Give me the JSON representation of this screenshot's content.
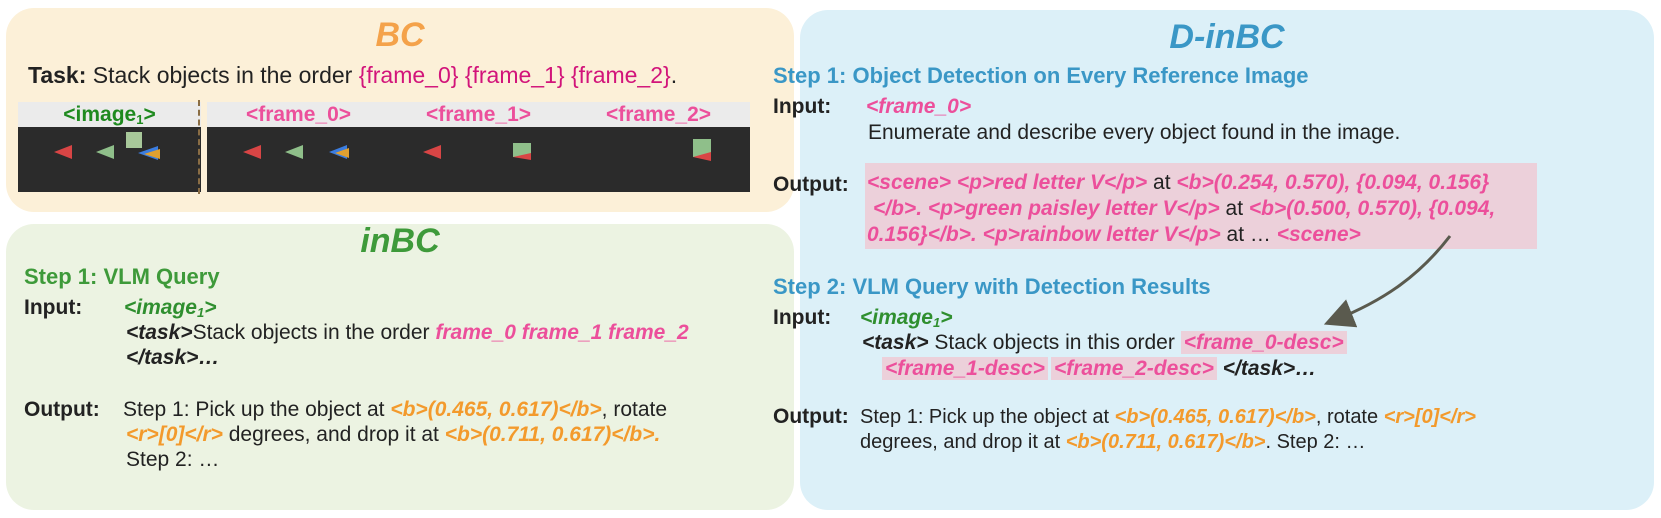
{
  "bc": {
    "title": "BC",
    "task_label": "Task:",
    "task_text": "Stack objects in the order",
    "task_frames": "{frame_0} {frame_1} {frame_2}",
    "task_end": ".",
    "frames": [
      {
        "label": "<image",
        "sub": "1",
        "label_end": ">"
      },
      {
        "label": "<frame_0>"
      },
      {
        "label": "<frame_1>"
      },
      {
        "label": "<frame_2>"
      }
    ]
  },
  "inbc": {
    "title": "inBC",
    "step1": "Step 1: VLM Query",
    "input_label": "Input:",
    "input_image": "<image",
    "input_image_sub": "1",
    "input_image_end": ">",
    "task_open": "<task>",
    "task_text": "Stack objects in the order",
    "task_frames": "frame_0 frame_1 frame_2",
    "task_close": "</task>…",
    "output_label": "Output:",
    "out_a": "Step 1: Pick up the object at",
    "out_b": "<b>(0.465, 0.617)</b>",
    "out_c": ", rotate",
    "out_d": "<r>[0]</r>",
    "out_e": "degrees, and drop it at",
    "out_f": "<b>(0.711, 0.617)</b>.",
    "out_g": "Step 2: …"
  },
  "dinbc": {
    "title": "D-inBC",
    "step1": "Step 1: Object Detection on Every Reference Image",
    "input_label": "Input:",
    "input_frame": "<frame_0>",
    "input_text": "Enumerate and describe every object found in the image.",
    "output_label": "Output:",
    "o1a": "<scene> <p>red letter V</p>",
    "o1b": "at",
    "o1c": "<b>(0.254, 0.570), {0.094, 0.156}",
    "o2a": "</b>. <p>green paisley letter V</p>",
    "o2b": "at",
    "o2c": "<b>(0.500, 0.570), {0.094,",
    "o3a": "0.156}</b>. <p>rainbow letter V</p>",
    "o3b": "at …",
    "o3c": "<scene>",
    "step2": "Step 2: VLM Query with Detection Results",
    "input2_label": "Input:",
    "input2_image": "<image",
    "input2_image_sub": "1",
    "input2_image_end": ">",
    "task_open": "<task>",
    "task_text": "Stack objects in this order",
    "desc0": "<frame_0-desc>",
    "desc1": "<frame_1-desc>",
    "desc2": "<frame_2-desc>",
    "task_close": "</task>…",
    "output2_label": "Output:",
    "p_a": "Step 1: Pick up the object at",
    "p_b": "<b>(0.465, 0.617)</b>",
    "p_c": ", rotate",
    "p_d": "<r>[0]</r>",
    "p_e": "degrees, and drop it at",
    "p_f": "<b>(0.711, 0.617)</b>",
    "p_g": ". Step 2: …"
  },
  "colors": {
    "bc_bg": "#fcf0d8",
    "inbc_bg": "#ecf3e2",
    "dinbc_bg": "#dcf0f8",
    "bc_title": "#f4a24a",
    "inbc_title": "#3e9a3a",
    "dinbc_title": "#3a97c6",
    "pink": "#ec4f9b",
    "orange": "#f39a2c",
    "highlight": "#ecd0da"
  }
}
